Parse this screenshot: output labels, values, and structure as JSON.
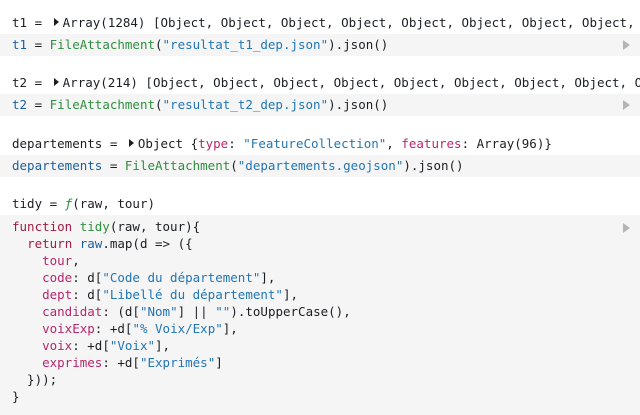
{
  "cells": [
    {
      "output": {
        "name": "t1",
        "eq": " = ",
        "type": "Array(1284)",
        "preview": " [Object, Object, Object, Object, Object, Object, Object, Object, Object, Objec"
      },
      "source": {
        "lhs": "t1",
        "eq": " = ",
        "fn": "FileAttachment",
        "open": "(",
        "file": "\"resultat_t1_dep.json\"",
        "close": ").json()"
      }
    },
    {
      "output": {
        "name": "t2",
        "eq": " = ",
        "type": "Array(214)",
        "preview": " [Object, Object, Object, Object, Object, Object, Object, Object, Object, Object"
      },
      "source": {
        "lhs": "t2",
        "eq": " = ",
        "fn": "FileAttachment",
        "open": "(",
        "file": "\"resultat_t2_dep.json\"",
        "close": ").json()"
      }
    },
    {
      "output": {
        "name": "departements",
        "eq": " = ",
        "type": "Object",
        "brace_open": " {",
        "k1": "type",
        "v1": "\"FeatureCollection\"",
        "sep": ", ",
        "k2": "features",
        "v2": "Array(96)",
        "brace_close": "}"
      },
      "source": {
        "lhs": "departements",
        "eq": " = ",
        "fn": "FileAttachment",
        "open": "(",
        "file": "\"departements.geojson\"",
        "close": ").json()"
      }
    },
    {
      "output": {
        "name": "tidy",
        "eq": " = ",
        "f": "ƒ",
        "sig": "(raw, tour)"
      },
      "code": [
        [
          [
            "kw",
            "function "
          ],
          [
            "fn",
            "tidy"
          ],
          [
            "plain",
            "(raw, tour){"
          ]
        ],
        [
          [
            "plain",
            "  "
          ],
          [
            "kw",
            "return "
          ],
          [
            "var",
            "raw"
          ],
          [
            "plain",
            ".map(d => ({"
          ]
        ],
        [
          [
            "plain",
            "    "
          ],
          [
            "prop",
            "tour"
          ],
          [
            "plain",
            ","
          ]
        ],
        [
          [
            "plain",
            "    "
          ],
          [
            "prop",
            "code"
          ],
          [
            "plain",
            ": d["
          ],
          [
            "str",
            "\"Code du département\""
          ],
          [
            "plain",
            "],"
          ]
        ],
        [
          [
            "plain",
            "    "
          ],
          [
            "prop",
            "dept"
          ],
          [
            "plain",
            ": d["
          ],
          [
            "str",
            "\"Libellé du département\""
          ],
          [
            "plain",
            "],"
          ]
        ],
        [
          [
            "plain",
            "    "
          ],
          [
            "prop",
            "candidat"
          ],
          [
            "plain",
            ": (d["
          ],
          [
            "str",
            "\"Nom\""
          ],
          [
            "plain",
            "] || "
          ],
          [
            "str",
            "\"\""
          ],
          [
            "plain",
            ").toUpperCase(),"
          ]
        ],
        [
          [
            "plain",
            "    "
          ],
          [
            "prop",
            "voixExp"
          ],
          [
            "plain",
            ": +d["
          ],
          [
            "str",
            "\"% Voix/Exp\""
          ],
          [
            "plain",
            "],"
          ]
        ],
        [
          [
            "plain",
            "    "
          ],
          [
            "prop",
            "voix"
          ],
          [
            "plain",
            ": +d["
          ],
          [
            "str",
            "\"Voix\""
          ],
          [
            "plain",
            "],"
          ]
        ],
        [
          [
            "plain",
            "    "
          ],
          [
            "prop",
            "exprimes"
          ],
          [
            "plain",
            ": +d["
          ],
          [
            "str",
            "\"Exprimés\""
          ],
          [
            "plain",
            "]"
          ]
        ],
        [
          [
            "plain",
            "  }));"
          ]
        ],
        [
          [
            "plain",
            "}"
          ]
        ]
      ]
    }
  ]
}
